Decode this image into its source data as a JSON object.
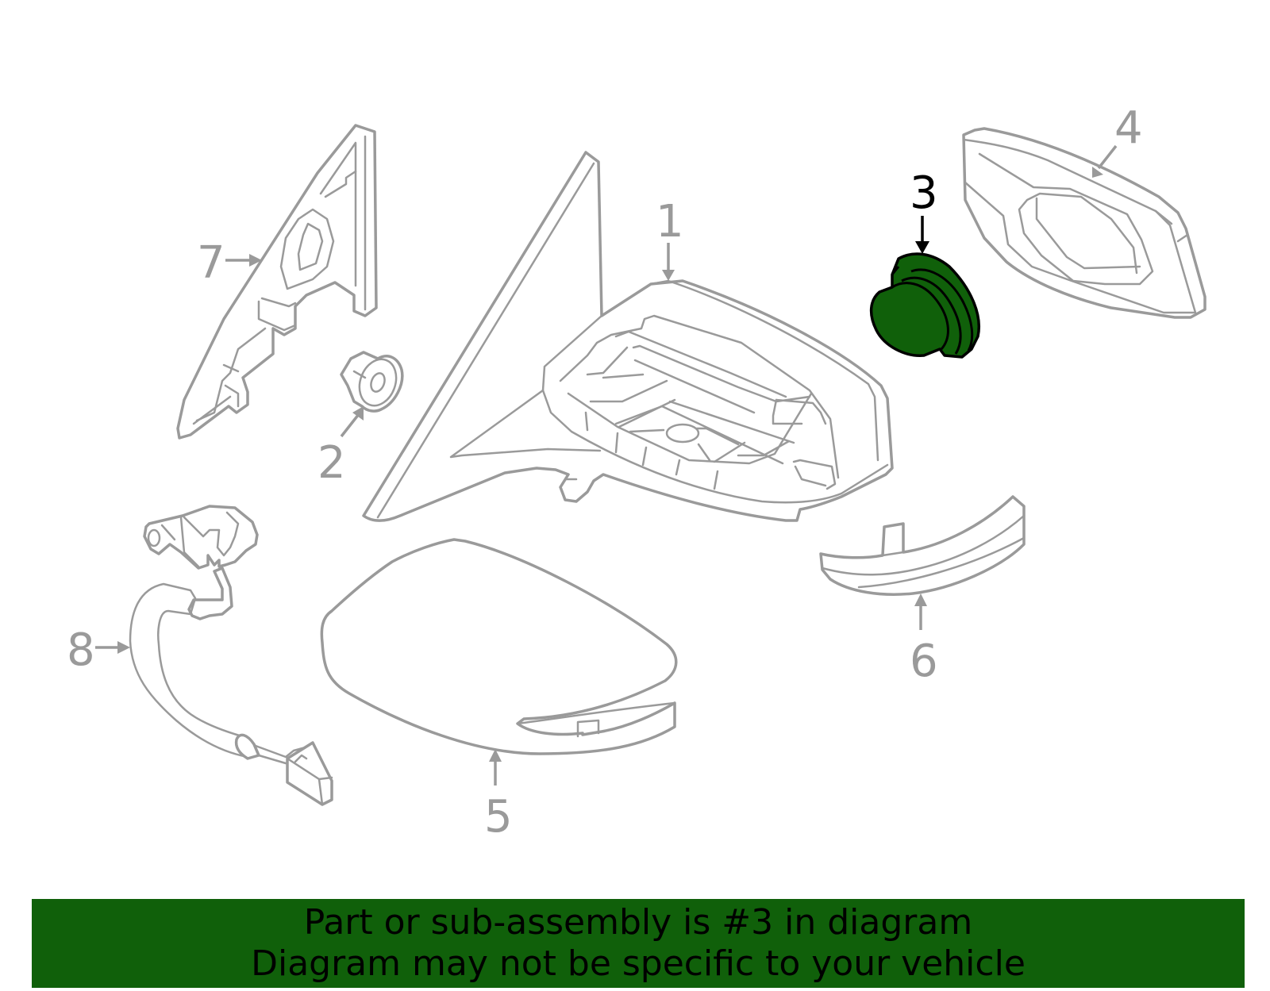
{
  "callouts": [
    {
      "id": "1",
      "label": "1"
    },
    {
      "id": "2",
      "label": "2"
    },
    {
      "id": "3",
      "label": "3"
    },
    {
      "id": "4",
      "label": "4"
    },
    {
      "id": "5",
      "label": "5"
    },
    {
      "id": "6",
      "label": "6"
    },
    {
      "id": "7",
      "label": "7"
    },
    {
      "id": "8",
      "label": "8"
    }
  ],
  "highlight": {
    "part": "3",
    "color": "#10600a"
  },
  "banner": {
    "line1": "Part or sub-assembly is #3 in diagram",
    "line2": "Diagram may not be specific to your vehicle",
    "background": "#10600a"
  }
}
